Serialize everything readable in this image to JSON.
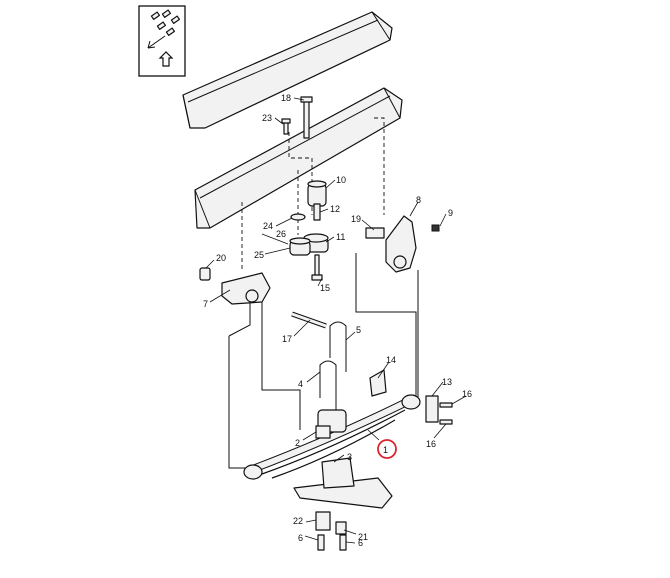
{
  "diagram": {
    "view_icon": "orientation-arrow-icon",
    "callouts": {
      "c1": "1",
      "c2": "2",
      "c3": "3",
      "c4": "4",
      "c5": "5",
      "c6a": "6",
      "c6b": "6",
      "c7": "7",
      "c8": "8",
      "c9": "9",
      "c10": "10",
      "c11": "11",
      "c12": "12",
      "c13": "13",
      "c14": "14",
      "c15": "15",
      "c16a": "16",
      "c16b": "16",
      "c17": "17",
      "c18": "18",
      "c19": "19",
      "c20": "20",
      "c21": "21",
      "c22": "22",
      "c23": "23",
      "c24": "24",
      "c25": "25",
      "c26": "26"
    },
    "highlight_color": "#d9262c"
  }
}
